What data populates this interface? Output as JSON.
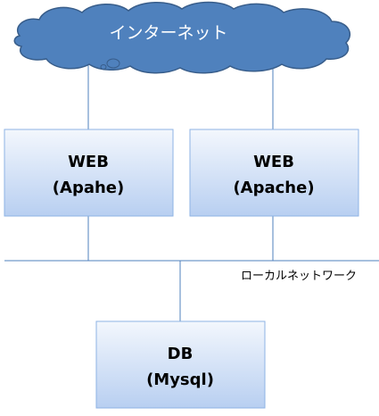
{
  "internet": {
    "label": "インターネット"
  },
  "web_server_1": {
    "line1": "WEB",
    "line2": "(Apahe)"
  },
  "web_server_2": {
    "line1": "WEB",
    "line2": "(Apache)"
  },
  "local_network": {
    "label": "ローカルネットワーク"
  },
  "db_server": {
    "line1": "DB",
    "line2": "(Mysql)"
  },
  "colors": {
    "cloud_fill": "#4f81bd",
    "cloud_stroke": "#385d8a",
    "box_fill_top": "#f2f6fd",
    "box_fill_bottom": "#b9d0f2",
    "box_stroke": "#8eb3e4",
    "line": "#4f81bd"
  }
}
